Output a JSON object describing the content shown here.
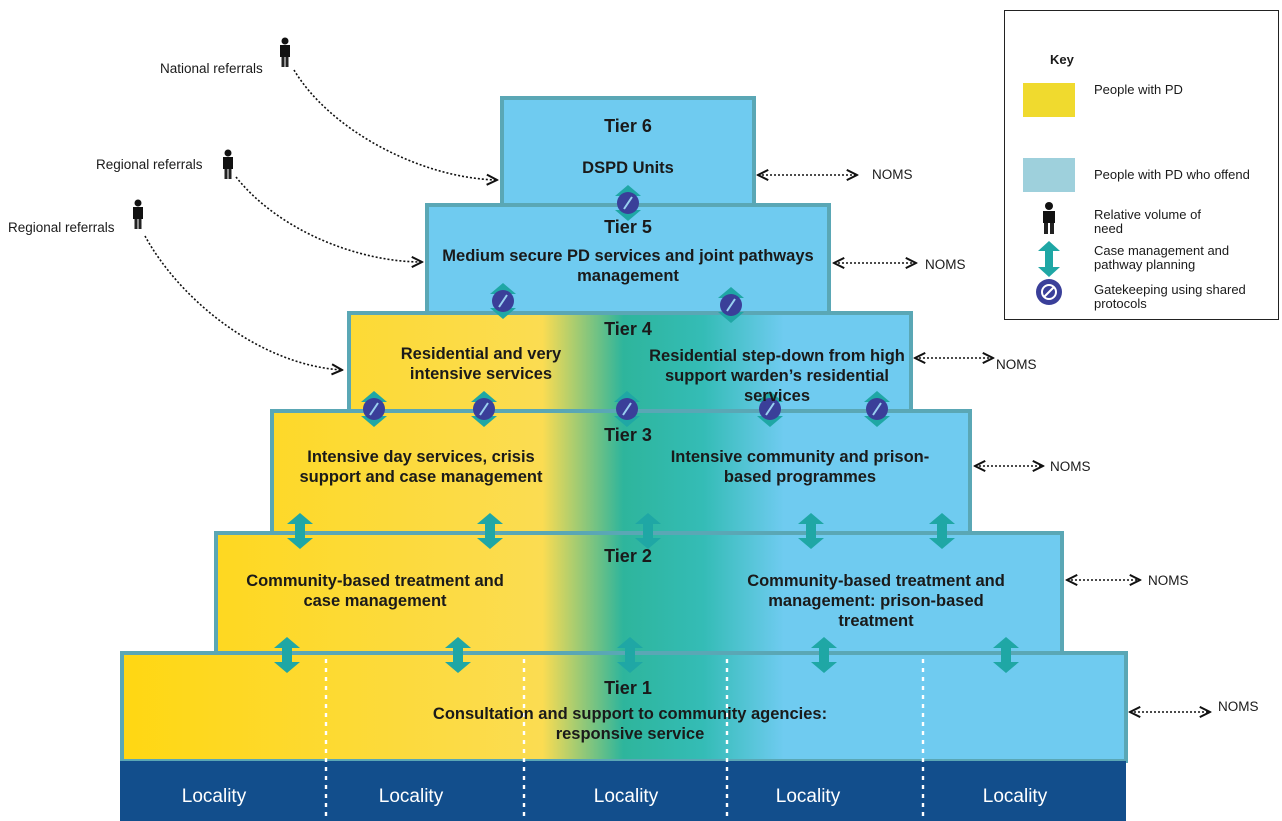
{
  "tiers": [
    {
      "label": "Tier 6"
    },
    {
      "label": "Tier 5"
    },
    {
      "label": "Tier 4"
    },
    {
      "label": "Tier 3"
    },
    {
      "label": "Tier 2"
    },
    {
      "label": "Tier 1"
    }
  ],
  "services": {
    "t6": "DSPD Units",
    "t5": "Medium secure PD services and joint pathways management",
    "t4_left": "Residential and very intensive services",
    "t4_right": "Residential step-down from high support warden’s residential services",
    "t3_left": "Intensive day services, crisis support and case management",
    "t3_right": "Intensive community and prison-based programmes",
    "t2_left": "Community-based treatment and case management",
    "t2_right": "Community-based treatment and management: prison-based treatment",
    "t1": "Consultation and support to community agencies: responsive service"
  },
  "noms": [
    "NOMS",
    "NOMS",
    "NOMS",
    "NOMS",
    "NOMS",
    "NOMS"
  ],
  "referrals": {
    "national": "National referrals",
    "regional_1": "Regional referrals",
    "regional_2": "Regional referrals"
  },
  "localities": [
    "Locality",
    "Locality",
    "Locality",
    "Locality",
    "Locality"
  ],
  "key": {
    "title": "Key",
    "items": [
      {
        "label": "People with PD",
        "symbol": "yellow-swatch",
        "color": "#F0DA2E"
      },
      {
        "label": "People with PD who offend",
        "symbol": "blue-swatch",
        "color": "#9ED0DC"
      },
      {
        "label": "Relative volume of need",
        "symbol": "person-icon"
      },
      {
        "label": "Case management and pathway planning",
        "symbol": "double-arrow-icon",
        "color": "#1FA7A5"
      },
      {
        "label": "Gatekeeping using shared protocols",
        "symbol": "gatekeeping-icon",
        "color": "#3A3F99"
      }
    ]
  },
  "colors": {
    "yellow": "#FFD712",
    "blue": "#6FCBF0",
    "teal": "#2EB59C",
    "border": "#5AA7B5",
    "locality_bar": "#124E8C",
    "arrow": "#1FA7A5",
    "gate": "#3A3F99"
  }
}
